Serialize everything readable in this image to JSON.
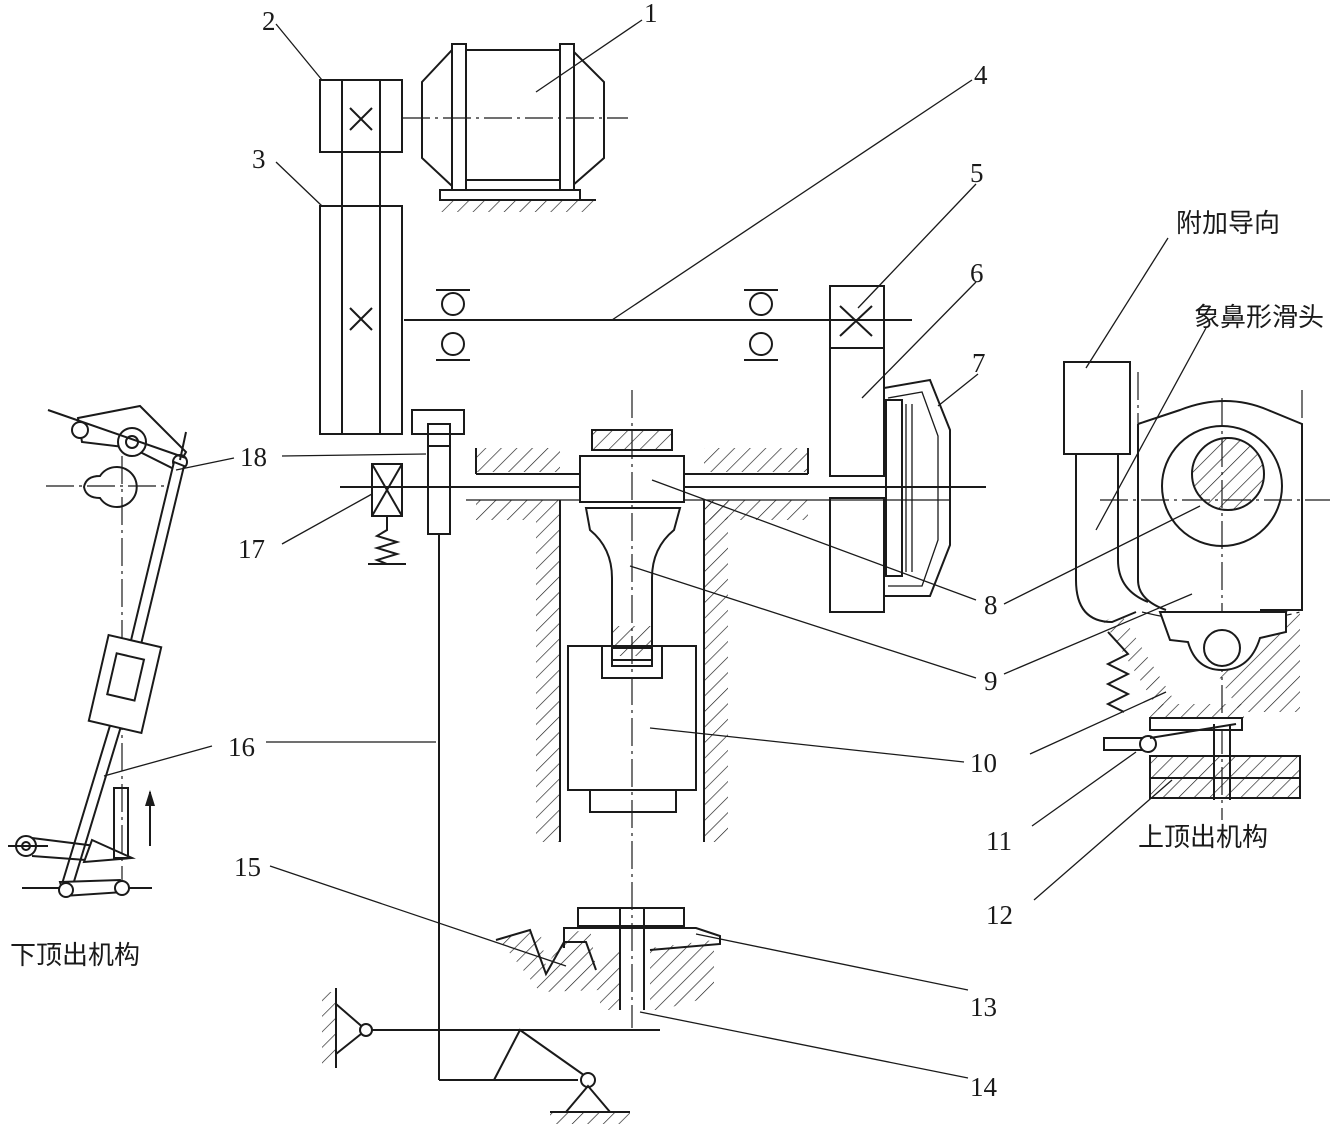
{
  "labels": {
    "n1": "1",
    "n2": "2",
    "n3": "3",
    "n4": "4",
    "n5": "5",
    "n6": "6",
    "n7": "7",
    "n8": "8",
    "n9": "9",
    "n10": "10",
    "n11": "11",
    "n12": "12",
    "n13": "13",
    "n14": "14",
    "n15": "15",
    "n16": "16",
    "n17": "17",
    "n18": "18"
  },
  "annotations": {
    "extra_guide": "附加导向",
    "elephant_slider": "象鼻形滑头",
    "upper_ejector": "上顶出机构",
    "lower_ejector": "下顶出机构"
  }
}
